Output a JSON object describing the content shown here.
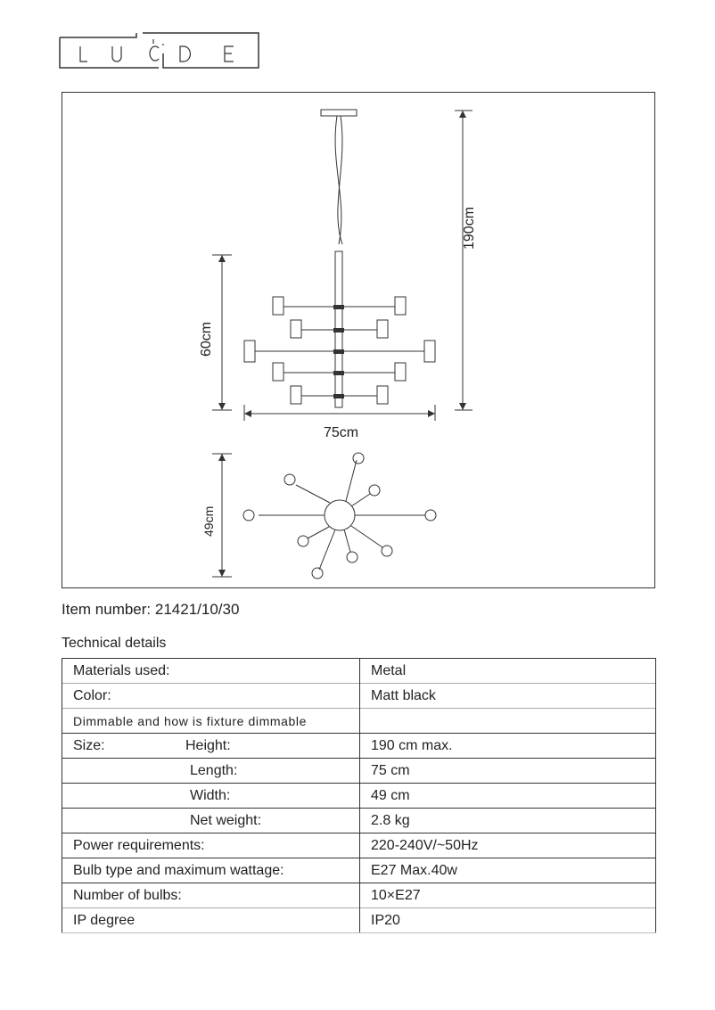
{
  "logo": {
    "text": "LUCIDE"
  },
  "drawing": {
    "dim_total_height": "190cm",
    "dim_body_height": "60cm",
    "dim_length": "75cm",
    "dim_width": "49cm"
  },
  "item_number": "Item number: 21421/10/30",
  "technical_details_title": "Technical details",
  "rows": [
    {
      "label": "Materials used:",
      "value": "Metal"
    },
    {
      "label": "Color:",
      "value": "Matt black"
    },
    {
      "label": "Dimmable and how is fixture dimmable",
      "value": ""
    },
    {
      "label": "Size:",
      "sublabel": "Height:",
      "value": "190 cm max."
    },
    {
      "label": "",
      "sublabel": "Length:",
      "value": "75 cm"
    },
    {
      "label": "",
      "sublabel": "Width:",
      "value": "49 cm"
    },
    {
      "label": "",
      "sublabel": "Net weight:",
      "value": "2.8 kg"
    },
    {
      "label": "Power requirements:",
      "value": "220-240V/~50Hz"
    },
    {
      "label": "Bulb type and maximum wattage:",
      "value": "E27 Max.40w"
    },
    {
      "label": "Number of bulbs:",
      "value": "10×E27"
    },
    {
      "label": "IP degree",
      "value": "IP20"
    }
  ]
}
